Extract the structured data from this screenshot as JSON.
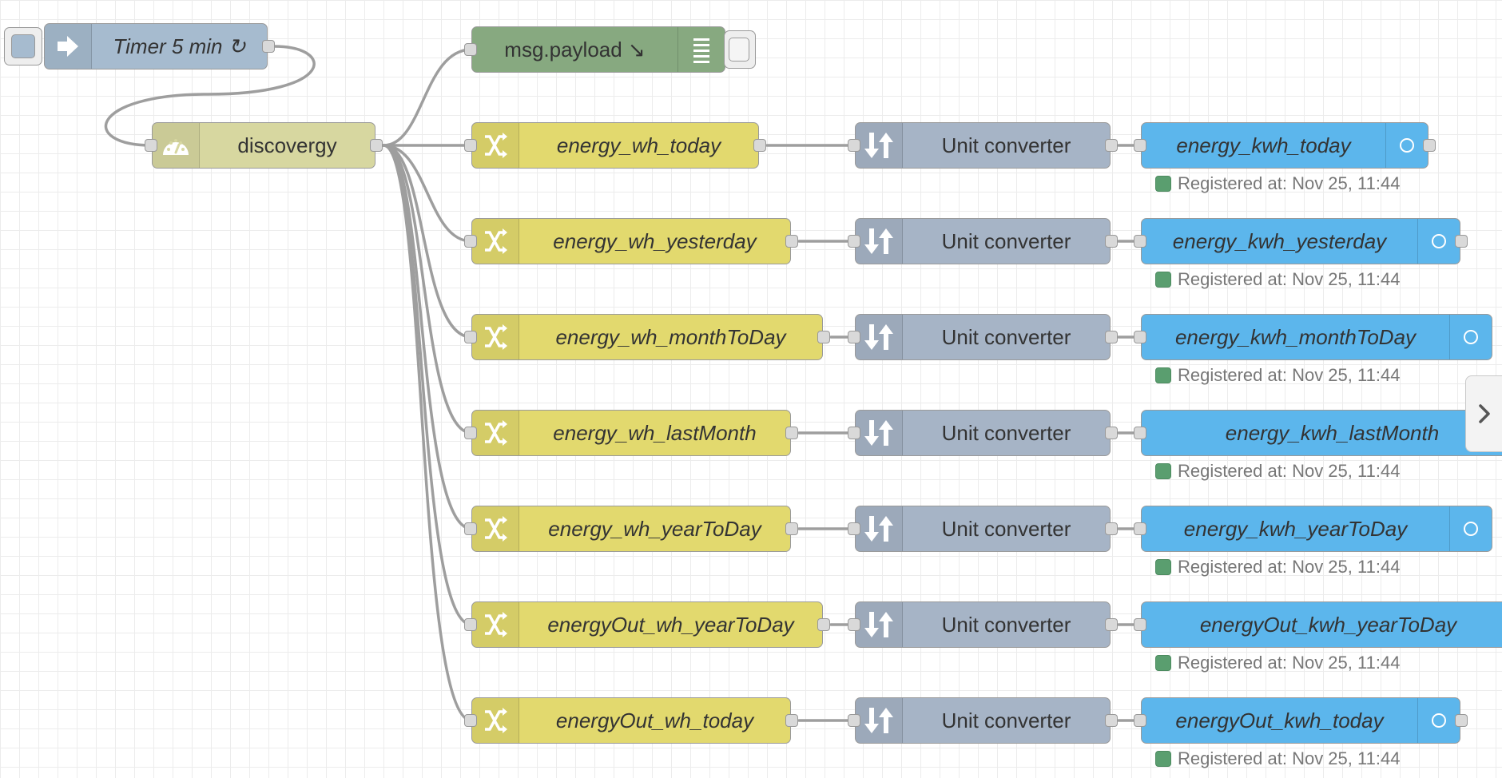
{
  "colors": {
    "inject": "#a6bbcf",
    "debug": "#87a980",
    "discovergy": "#d7d7a0",
    "change": "#e2d96e",
    "converter": "#a6b4c6",
    "mqtt": "#5cb6ec",
    "status_connected": "#5a9e6f",
    "wire": "#9e9e9e"
  },
  "nodes": {
    "timer": {
      "label": "Timer 5 min ↻",
      "icon": "arrow-right-icon"
    },
    "debug": {
      "label": "msg.payload ↘",
      "icon": "list-icon"
    },
    "discovergy": {
      "label": "discovergy",
      "icon": "gauge-icon"
    }
  },
  "rows": [
    {
      "change_label": "energy_wh_today",
      "converter_label": "Unit converter",
      "mqtt_label": "energy_kwh_today",
      "status": "Registered at: Nov 25, 11:44"
    },
    {
      "change_label": "energy_wh_yesterday",
      "converter_label": "Unit converter",
      "mqtt_label": "energy_kwh_yesterday",
      "status": "Registered at: Nov 25, 11:44"
    },
    {
      "change_label": "energy_wh_monthToDay",
      "converter_label": "Unit converter",
      "mqtt_label": "energy_kwh_monthToDay",
      "status": "Registered at: Nov 25, 11:44"
    },
    {
      "change_label": "energy_wh_lastMonth",
      "converter_label": "Unit converter",
      "mqtt_label": "energy_kwh_lastMonth",
      "status": "Registered at: Nov 25, 11:44"
    },
    {
      "change_label": "energy_wh_yearToDay",
      "converter_label": "Unit converter",
      "mqtt_label": "energy_kwh_yearToDay",
      "status": "Registered at: Nov 25, 11:44"
    },
    {
      "change_label": "energyOut_wh_yearToDay",
      "converter_label": "Unit converter",
      "mqtt_label": "energyOut_kwh_yearToDay",
      "status": "Registered at: Nov 25, 11:44"
    },
    {
      "change_label": "energyOut_wh_today",
      "converter_label": "Unit converter",
      "mqtt_label": "energyOut_kwh_today",
      "status": "Registered at: Nov 25, 11:44"
    }
  ],
  "sidebar_toggle": {
    "icon": "chevron-right-icon"
  }
}
